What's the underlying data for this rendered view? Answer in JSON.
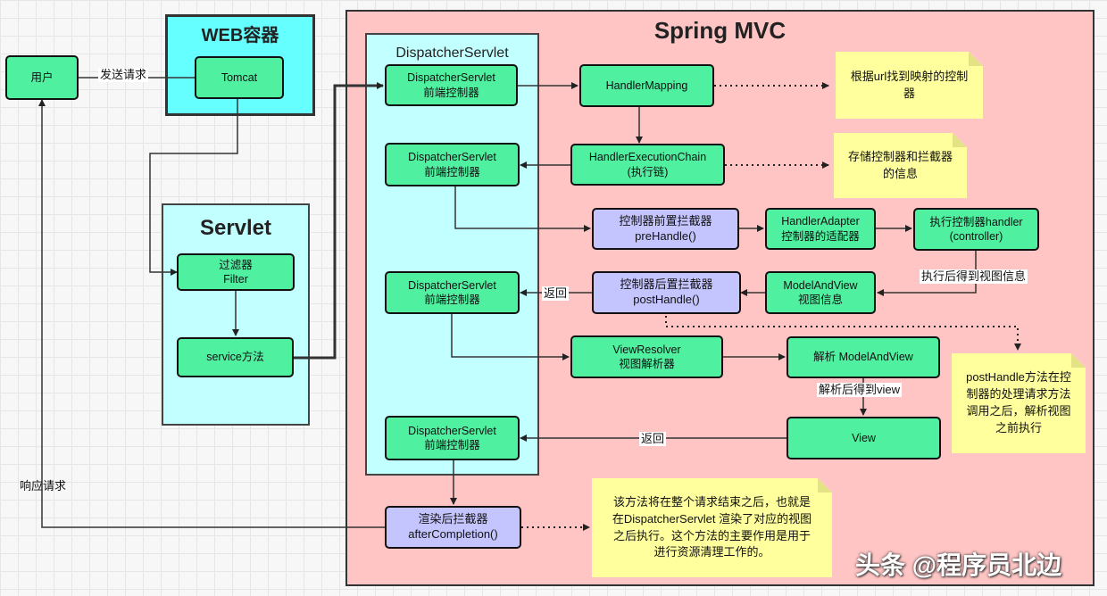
{
  "containers": {
    "spring_mvc": "Spring MVC",
    "web_container": "WEB容器",
    "servlet": "Servlet",
    "dispatcher_servlet": "DispatcherServlet"
  },
  "nodes": {
    "user": "用户",
    "tomcat": "Tomcat",
    "filter": "过滤器\nFilter",
    "service": "service方法",
    "ds1": "DispatcherServlet\n前端控制器",
    "ds2": "DispatcherServlet\n前端控制器",
    "ds3": "DispatcherServlet\n前端控制器",
    "ds4": "DispatcherServlet\n前端控制器",
    "handler_mapping": "HandlerMapping",
    "execution_chain": "HandlerExecutionChain\n(执行链)",
    "pre_handle": "控制器前置拦截器\npreHandle()",
    "handler_adapter": "HandlerAdapter\n控制器的适配器",
    "exec_handler": "执行控制器handler\n(controller)",
    "post_handle": "控制器后置拦截器\npostHandle()",
    "model_and_view": "ModelAndView\n视图信息",
    "view_resolver": "ViewResolver\n视图解析器",
    "parse_mav": "解析 ModelAndView",
    "view": "View",
    "after_completion": "渲染后拦截器\nafterCompletion()"
  },
  "notes": {
    "mapping_note": "根据url找到映射的控制\n器",
    "chain_note": "存储控制器和拦截器\n的信息",
    "post_note": "postHandle方法在控\n制器的处理请求方法\n调用之后，解析视图\n之前执行",
    "completion_note": "该方法将在整个请求结束之后，也就是\n在DispatcherServlet 渲染了对应的视图\n之后执行。这个方法的主要作用是用于\n进行资源清理工作的。"
  },
  "labels": {
    "send_request": "发送请求",
    "respond_request": "响应请求",
    "return_1": "返回",
    "return_2": "返回",
    "exec_view_info": "执行后得到视图信息",
    "parse_view": "解析后得到view"
  },
  "watermark": "头条 @程序员北边",
  "colors": {
    "spring_bg": "#ffc4c4",
    "web_bg": "#66ffff",
    "servlet_bg": "#c2ffff",
    "node_green": "#4ff0a0",
    "node_purple": "#c4c4ff",
    "note_yellow": "#ffff9e"
  }
}
